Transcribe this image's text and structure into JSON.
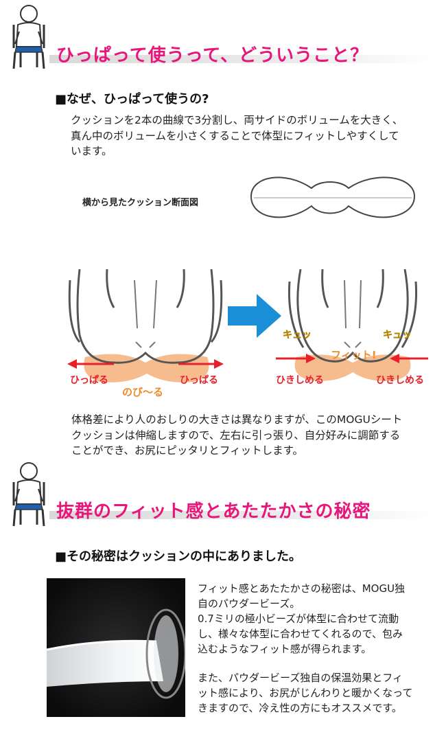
{
  "section1": {
    "title": "ひっぱって使うって、どういうこと？",
    "subheading": "■なぜ、ひっぱって使うの?",
    "intro_lines": [
      "クッションを2本の曲線で3分割し、両サイドのボリュームを大きく、",
      "真ん中のボリュームを小さくすることで体型にフィットしやすくして",
      "います。"
    ],
    "diagram_caption": "横から見たクッション断面図",
    "left_labels": {
      "pull_left": "ひっぱる",
      "pull_right": "ひっぱる",
      "stretch": "のび〜る"
    },
    "right_labels": {
      "squeeze_left": "ひきしめる",
      "squeeze_right": "ひきしめる",
      "fit": "フィット!",
      "kyu_left": "キュッ",
      "kyu_right": "キュッ"
    },
    "body_lines": [
      "体格差により人のおしりの大きさは異なりますが、このMOGUシート",
      "クッションは伸縮しますので、左右に引っ張り、自分好みに調節する",
      "ことができ、お尻にピッタリとフィットします。"
    ]
  },
  "section2": {
    "title": "抜群のフィット感とあたたかさの秘密",
    "subheading": "■その秘密はクッションの中にありました。",
    "text_lines_a": [
      "フィット感とあたたかさの秘密は、MOGU独",
      "自のパウダービーズ。",
      "0.7ミリの極小ビーズが体型に合わせて流動",
      "し、様々な体型に合わせてくれるので、包み",
      "込むようなフィット感が得られます。"
    ],
    "text_lines_b": [
      "また、パウダービーズ独自の保温効果とフィ",
      "ット感により、お尻がじんわりと暖かくなって",
      "きますので、冷え性の方にもオススメです。"
    ]
  },
  "colors": {
    "accent_pink": "#e8157a",
    "arrow_red": "#e8202a",
    "cushion_orange": "#f5b07a",
    "arrow_blue": "#1a8fd8",
    "kyu_yellow": "#f3c21a"
  },
  "icons": [
    "seated-person-icon",
    "blue-arrow-icon"
  ]
}
